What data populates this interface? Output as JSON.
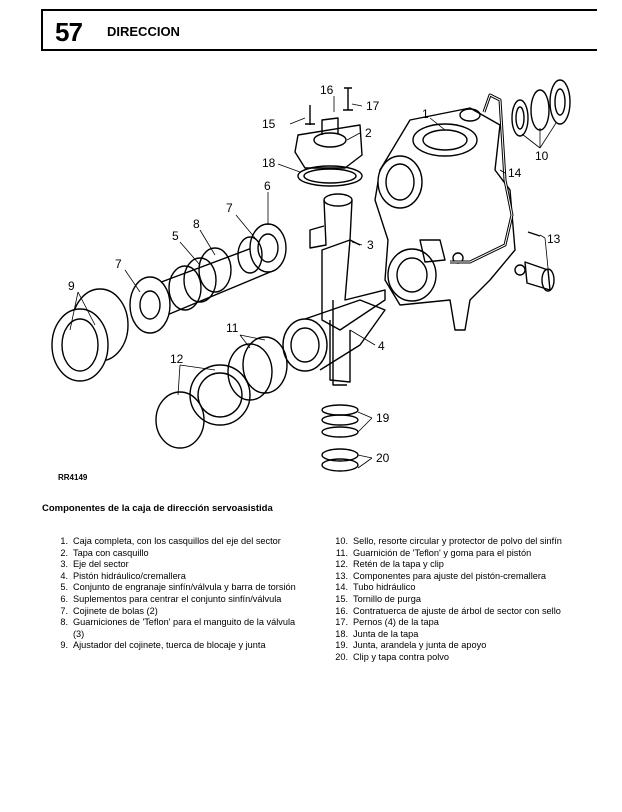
{
  "header": {
    "section_number": "57",
    "section_title": "DIRECCION"
  },
  "figure": {
    "ref": "RR4149",
    "callouts": [
      "1",
      "2",
      "3",
      "4",
      "5",
      "6",
      "7",
      "7",
      "8",
      "9",
      "10",
      "11",
      "12",
      "13",
      "14",
      "15",
      "16",
      "17",
      "18",
      "19",
      "20"
    ]
  },
  "caption": "Componentes de la caja de dirección servoasistida",
  "legend_left": [
    {
      "num": "1.",
      "text": "Caja completa, con los casquillos del eje del sector"
    },
    {
      "num": "2.",
      "text": "Tapa con casquillo"
    },
    {
      "num": "3.",
      "text": "Eje del sector"
    },
    {
      "num": "4.",
      "text": "Pistón hidráulico/cremallera"
    },
    {
      "num": "5.",
      "text": "Conjunto de engranaje sinfín/válvula y barra de torsión"
    },
    {
      "num": "6.",
      "text": "Suplementos para centrar el conjunto sinfín/válvula"
    },
    {
      "num": "7.",
      "text": "Cojinete de bolas (2)"
    },
    {
      "num": "8.",
      "text": "Guarniciones de 'Teflon' para el manguito de la válvula (3)"
    },
    {
      "num": "9.",
      "text": "Ajustador del cojinete, tuerca de blocaje y junta"
    }
  ],
  "legend_right": [
    {
      "num": "10.",
      "text": "Sello, resorte circular y protector de polvo del sinfín"
    },
    {
      "num": "11.",
      "text": "Guarnición de 'Teflon' y goma para el pistón"
    },
    {
      "num": "12.",
      "text": "Retén de la tapa y clip"
    },
    {
      "num": "13.",
      "text": "Componentes para ajuste del pistón-cremallera"
    },
    {
      "num": "14.",
      "text": "Tubo hidráulico"
    },
    {
      "num": "15.",
      "text": "Tornillo de purga"
    },
    {
      "num": "16.",
      "text": "Contratuerca de ajuste de árbol de sector con sello"
    },
    {
      "num": "17.",
      "text": "Pernos (4) de la tapa"
    },
    {
      "num": "18.",
      "text": "Junta de la tapa"
    },
    {
      "num": "19.",
      "text": "Junta, arandela y junta de apoyo"
    },
    {
      "num": "20.",
      "text": "Clip y tapa contra polvo"
    }
  ]
}
